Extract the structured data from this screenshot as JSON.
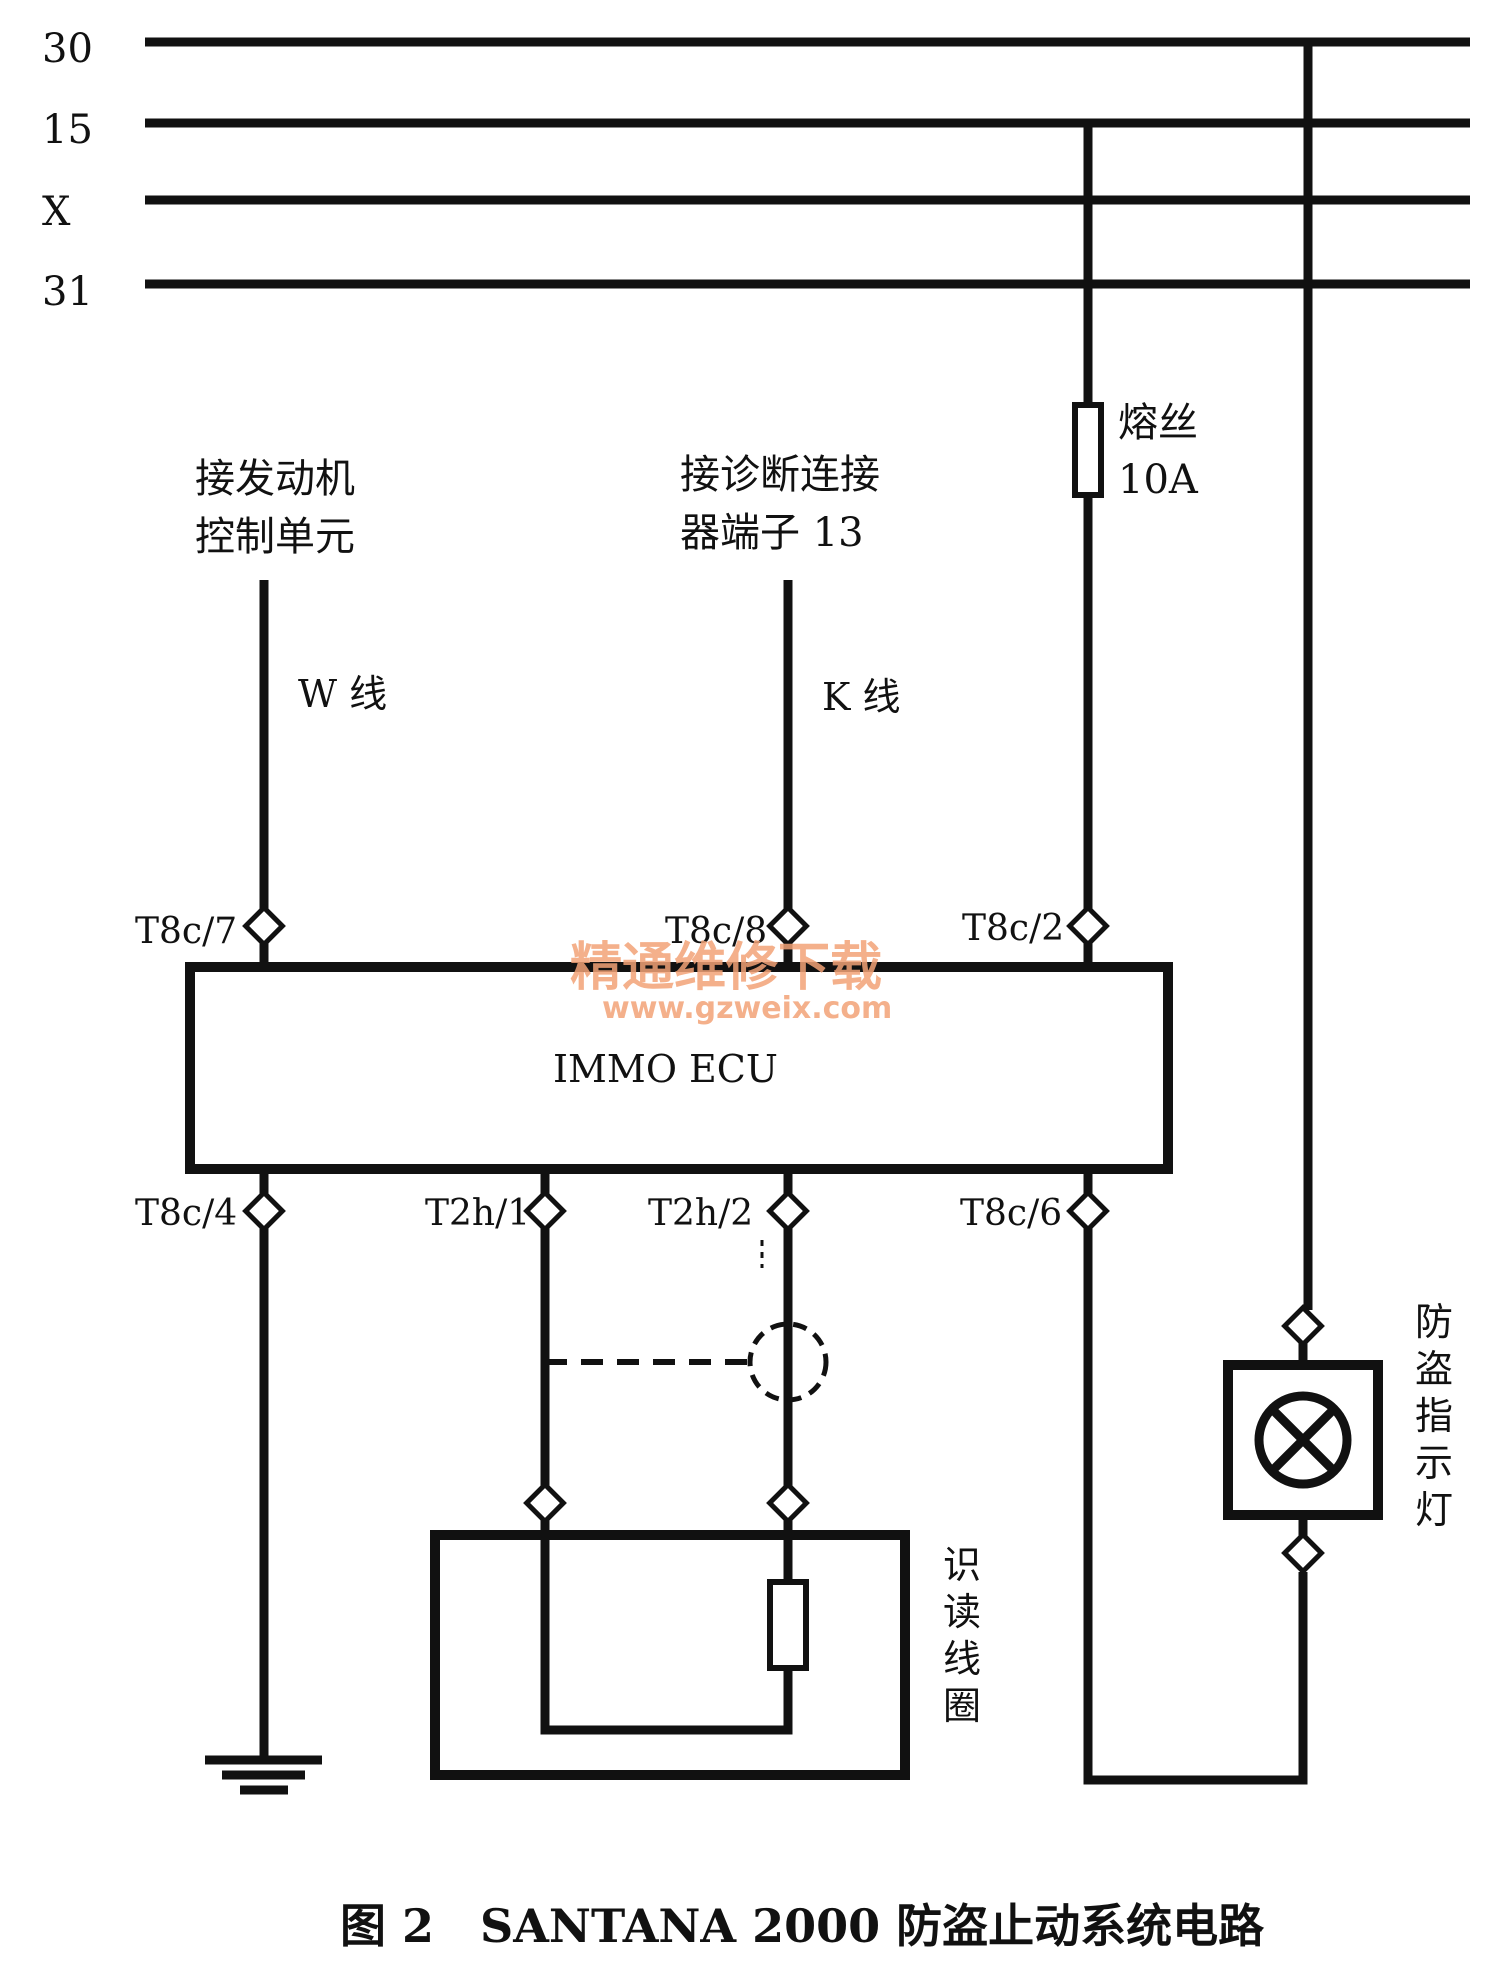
{
  "rails": [
    "30",
    "15",
    "X",
    "31"
  ],
  "labels": {
    "engine_ecu_line1": "接发动机",
    "engine_ecu_line2": "控制单元",
    "diag_line1": "接诊断连接",
    "diag_line2": "器端子 13",
    "fuse_line1": "熔丝",
    "fuse_line2": "10A",
    "w_line": "W 线",
    "k_line": "K 线",
    "ecu": "IMMO ECU",
    "indicator": [
      "防",
      "盗",
      "指",
      "示",
      "灯"
    ],
    "coil": [
      "识",
      "读",
      "线",
      "圈"
    ]
  },
  "terminals": {
    "t8c7": "T8c/7",
    "t8c8": "T8c/8",
    "t8c2": "T8c/2",
    "t8c4": "T8c/4",
    "t2h1": "T2h/1",
    "t2h2": "T2h/2",
    "t8c6": "T8c/6"
  },
  "watermark": {
    "line1": "精通维修下载",
    "line2": "www.gzweix.com"
  },
  "caption": "图 2　SANTANA 2000 防盗止动系统电路",
  "colors": {
    "ink": "#111111",
    "watermark": "#f2a277"
  }
}
